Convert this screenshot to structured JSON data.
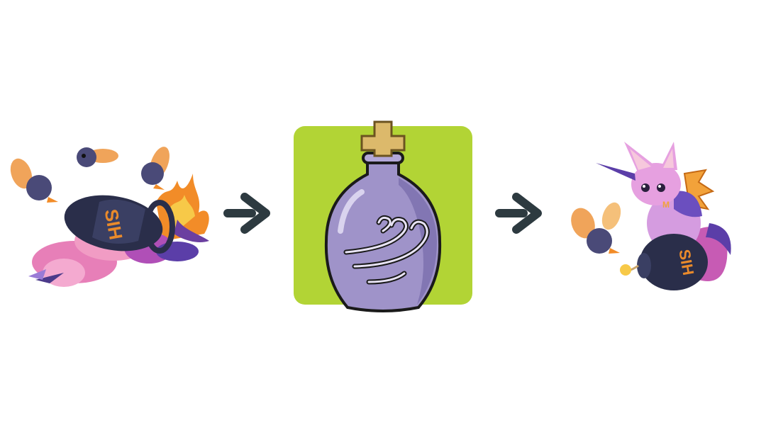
{
  "scene": {
    "left_image": {
      "label": "creature-bounced-by-bomb",
      "bomb_text": "SIH"
    },
    "middle_image": {
      "label": "wind-potion",
      "bg_color": "#b2d435",
      "bottle_color": "#9f93c9"
    },
    "right_image": {
      "label": "creature-sitting-on-bomb",
      "bomb_text": "SIH",
      "collar_text": "M"
    },
    "arrow_color": "#2d3a40"
  }
}
